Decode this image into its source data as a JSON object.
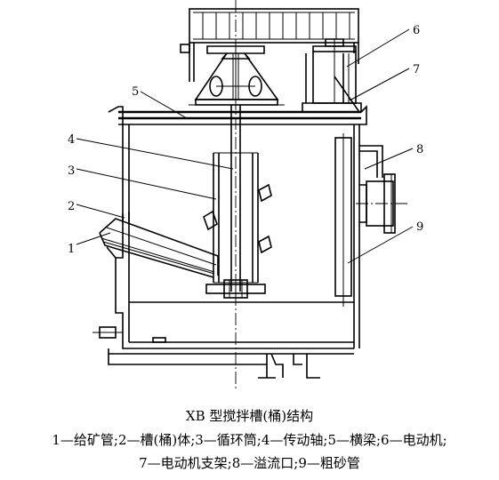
{
  "diagram": {
    "callouts": [
      {
        "id": 1,
        "label": "1"
      },
      {
        "id": 2,
        "label": "2"
      },
      {
        "id": 3,
        "label": "3"
      },
      {
        "id": 4,
        "label": "4"
      },
      {
        "id": 5,
        "label": "5"
      },
      {
        "id": 6,
        "label": "6"
      },
      {
        "id": 7,
        "label": "7"
      },
      {
        "id": 8,
        "label": "8"
      },
      {
        "id": 9,
        "label": "9"
      }
    ]
  },
  "caption": {
    "title": "XB 型搅拌槽(桶)结构",
    "legend_line1": "1—给矿管;2—槽(桶)体;3—循环筒;4—传动轴;5—横梁;6—电动机;",
    "legend_line2": "7—电动机支架;8—溢流口;9—粗砂管"
  }
}
